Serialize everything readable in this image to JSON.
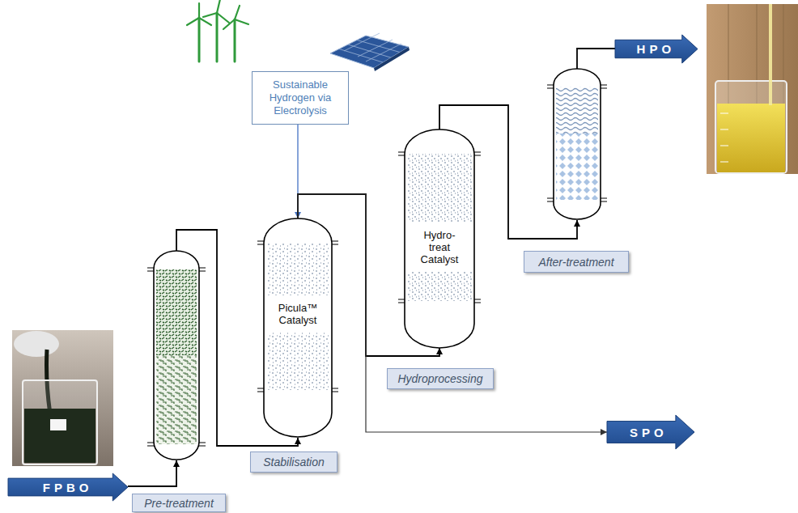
{
  "diagram": {
    "nodes": [
      {
        "text": [
          "FPBO"
        ]
      },
      {
        "text": [
          "Pre-treatment"
        ]
      },
      {
        "text": [
          "Stabilisation"
        ]
      },
      {
        "text": [
          "Picula™ Catalyst"
        ]
      },
      {
        "text": [
          "Sustainable Hydrogen via Electrolysis"
        ]
      },
      {
        "text": [
          "Hydroprocessing"
        ]
      },
      {
        "text": [
          "Hydro- treat Catalyst"
        ]
      },
      {
        "text": [
          "After-treatment"
        ]
      },
      {
        "text": [
          "HPO"
        ]
      },
      {
        "text": [
          "SPO"
        ]
      }
    ],
    "edges": [
      {
        "from": 4,
        "to": 3,
        "arrow": "to"
      },
      {
        "from": 3,
        "to": 6,
        "arrow": "to"
      },
      {
        "from": 3,
        "to": 9,
        "arrow": "to"
      }
    ]
  }
}
